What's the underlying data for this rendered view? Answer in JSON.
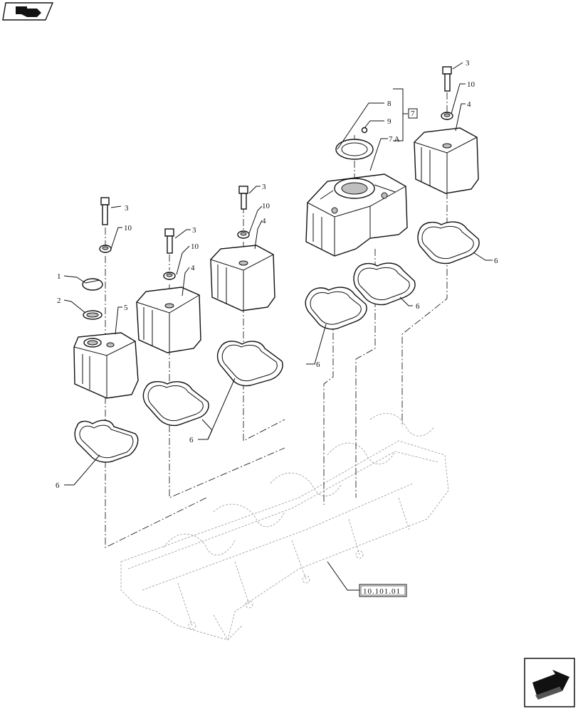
{
  "icons": {
    "top_left": "book-arrow-icon",
    "bottom_right": "next-page-arrow-icon"
  },
  "callouts": {
    "oil_cap": "1",
    "oil_cap_seal": "2",
    "screw_a": "3",
    "spacer_a": "10",
    "screw_b": "3",
    "spacer_b": "10",
    "cover_b": "4",
    "screw_c": "3",
    "spacer_c": "10",
    "cover_c": "4",
    "cover_fill": "5",
    "gasket_a": "6",
    "gasket_bc": "6",
    "gasket_d": "6",
    "gasket_e": "6",
    "gasket_f": "6",
    "breather_seal": "8",
    "breather_screw": "9",
    "breather_cover": "7 A",
    "kit": "7",
    "screw_f": "3",
    "spacer_f": "10",
    "cover_f": "4"
  },
  "reference_box": "10.101.01"
}
